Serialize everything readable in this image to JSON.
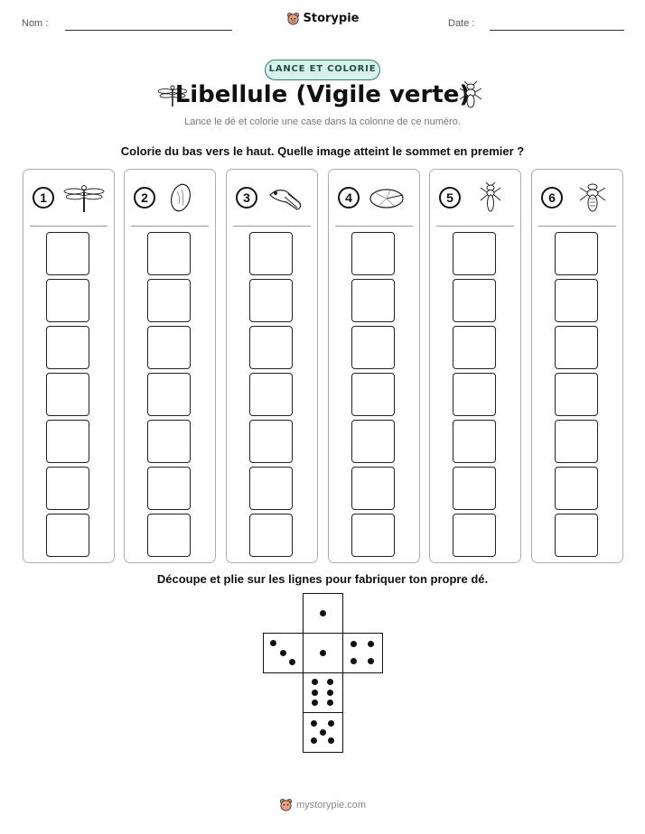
{
  "header": {
    "name_label": "Nom :",
    "date_label": "Date :",
    "brand": "Storypie"
  },
  "badge": "LANCE ET COLORIE",
  "title": "Libellule (Vigile verte)",
  "subtitle": "Lance le dé et colorie une case dans la colonne de ce numéro.",
  "instruction": "Colorie du bas vers le haut. Quelle image atteint le sommet en premier ?",
  "columns": [
    {
      "number": "1",
      "icon": "dragonfly-icon"
    },
    {
      "number": "2",
      "icon": "egg-icon"
    },
    {
      "number": "3",
      "icon": "nymph-jaw-icon"
    },
    {
      "number": "4",
      "icon": "lily-pad-icon"
    },
    {
      "number": "5",
      "icon": "nymph-icon"
    },
    {
      "number": "6",
      "icon": "emerging-nymph-icon"
    }
  ],
  "boxes_per_column": 7,
  "cut_instruction": "Découpe et plie sur les lignes pour fabriquer ton propre dé.",
  "die_faces": [
    1,
    3,
    1,
    4,
    6,
    5
  ],
  "footer": "mystorypie.com"
}
